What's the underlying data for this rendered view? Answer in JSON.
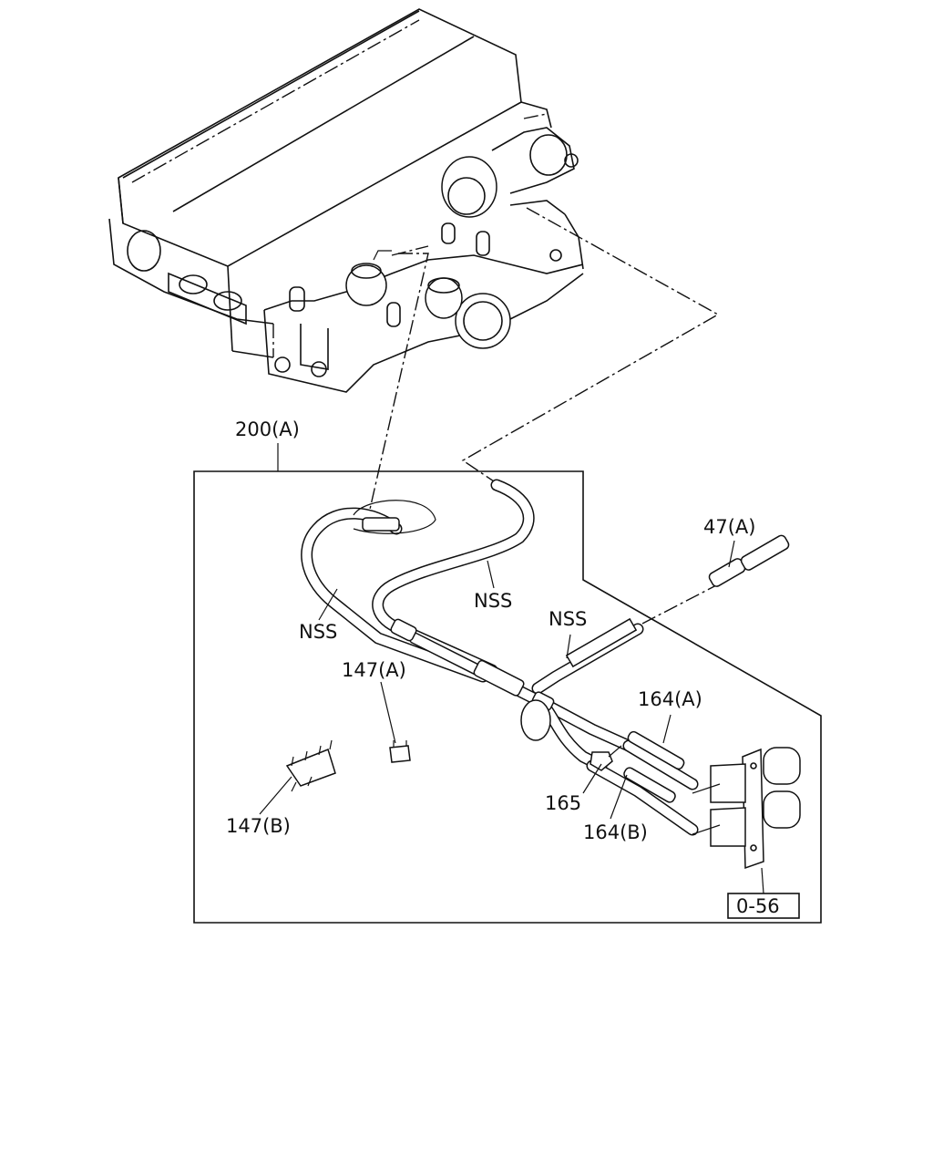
{
  "labels": {
    "assembly": "200(A)",
    "nss_left": "NSS",
    "nss_middle": "NSS",
    "nss_right": "NSS",
    "pipe_47a": "47(A)",
    "clip_147a": "147(A)",
    "clip_147b": "147(B)",
    "hose_164a": "164(A)",
    "hose_164b": "164(B)",
    "connector_165": "165",
    "ref_box": "0-56"
  }
}
